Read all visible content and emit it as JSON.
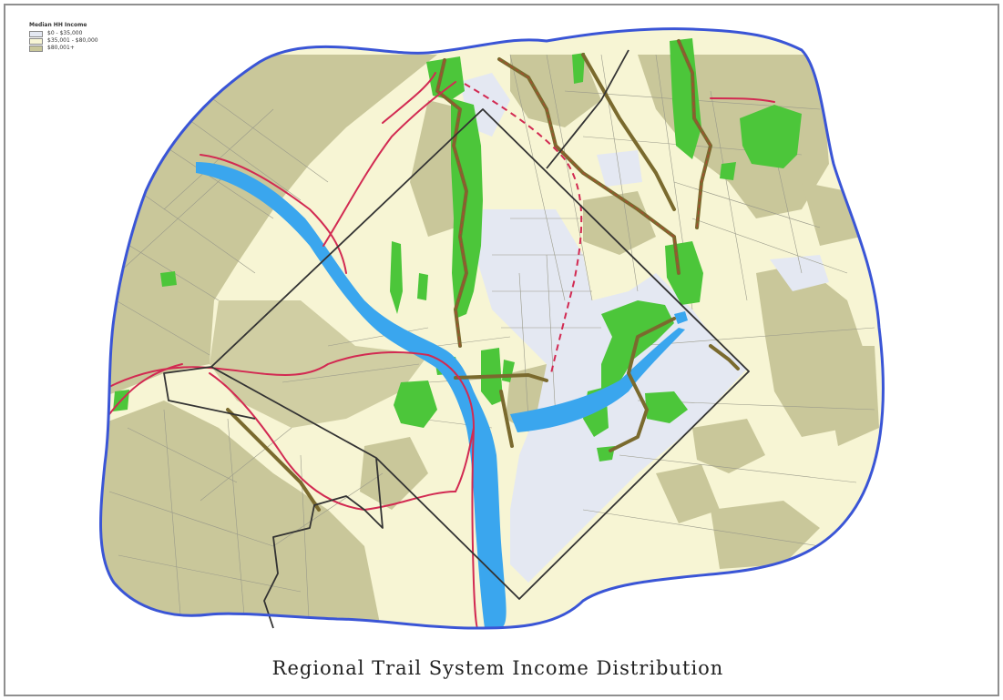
{
  "caption": "Regional Trail System Income Distribution",
  "legend": {
    "title": "Median HH Income",
    "items": [
      {
        "label": "$0 - $35,000",
        "color": "#e4e8f2"
      },
      {
        "label": "$35,001 - $80,000",
        "color": "#f7f5d4"
      },
      {
        "label": "$80,001+",
        "color": "#c9c79a"
      }
    ]
  },
  "colors": {
    "boundary": "#3a55d6",
    "river": "#3aa6ee",
    "parks": "#4cc63a",
    "trails": "#7a6a2e",
    "roads": "#d22a52",
    "district_border": "#333333",
    "frame": "#8f8f8f"
  }
}
